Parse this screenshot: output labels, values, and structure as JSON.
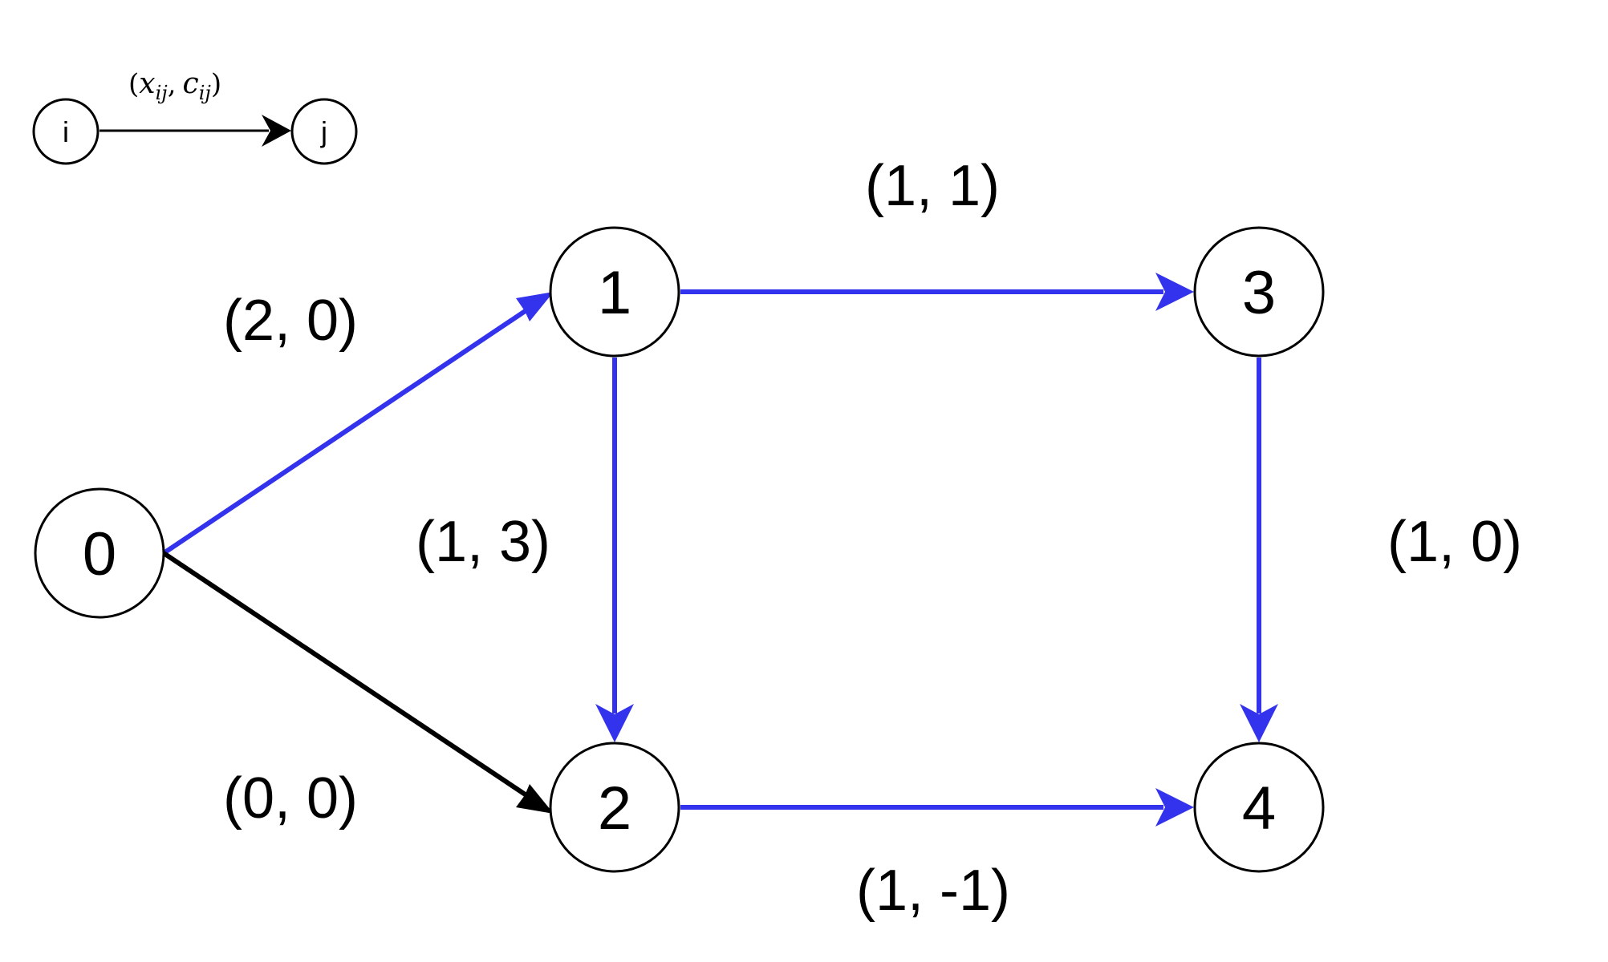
{
  "diagram": {
    "colors": {
      "flow_edge": "#3333ee",
      "zero_edge": "#000000",
      "node_stroke": "#000000",
      "node_fill": "#ffffff"
    },
    "legend": {
      "from_label": "i",
      "to_label": "j",
      "edge_label": {
        "open": "(",
        "x": "x",
        "x_sub": "ij",
        "comma": ",",
        "c": "c",
        "c_sub": "ij",
        "close": ")"
      }
    },
    "nodes": [
      {
        "id": "0",
        "label": "0"
      },
      {
        "id": "1",
        "label": "1"
      },
      {
        "id": "2",
        "label": "2"
      },
      {
        "id": "3",
        "label": "3"
      },
      {
        "id": "4",
        "label": "4"
      }
    ],
    "edges": [
      {
        "from": "0",
        "to": "1",
        "label": "(2, 0)",
        "color": "flow_edge"
      },
      {
        "from": "0",
        "to": "2",
        "label": "(0, 0)",
        "color": "zero_edge"
      },
      {
        "from": "1",
        "to": "2",
        "label": "(1, 3)",
        "color": "flow_edge"
      },
      {
        "from": "1",
        "to": "3",
        "label": "(1, 1)",
        "color": "flow_edge"
      },
      {
        "from": "3",
        "to": "4",
        "label": "(1, 0)",
        "color": "flow_edge"
      },
      {
        "from": "2",
        "to": "4",
        "label": "(1, -1)",
        "color": "flow_edge"
      }
    ]
  }
}
